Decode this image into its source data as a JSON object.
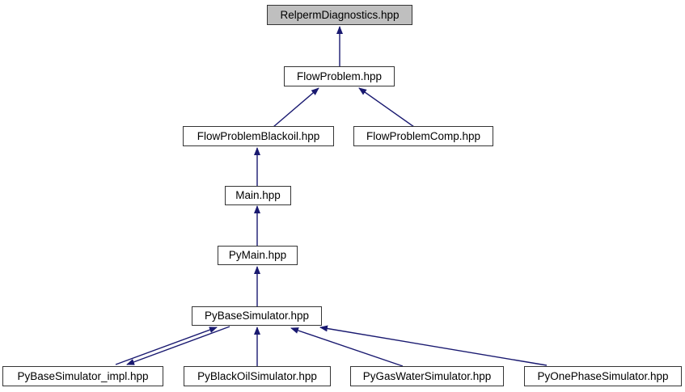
{
  "diagram": {
    "kind": "doxygen-included-by-graph",
    "colors": {
      "arrow": "#191970",
      "highlight_fill": "#bfbfbf",
      "node_fill": "#ffffff",
      "border": "#353535",
      "background": "#ffffff"
    },
    "nodes": [
      {
        "id": "relperm-diagnostics",
        "label": "RelpermDiagnostics.hpp",
        "highlighted": true
      },
      {
        "id": "flow-problem",
        "label": "FlowProblem.hpp",
        "highlighted": false
      },
      {
        "id": "flow-problem-blackoil",
        "label": "FlowProblemBlackoil.hpp",
        "highlighted": false
      },
      {
        "id": "flow-problem-comp",
        "label": "FlowProblemComp.hpp",
        "highlighted": false
      },
      {
        "id": "main",
        "label": "Main.hpp",
        "highlighted": false
      },
      {
        "id": "py-main",
        "label": "PyMain.hpp",
        "highlighted": false
      },
      {
        "id": "py-base-simulator",
        "label": "PyBaseSimulator.hpp",
        "highlighted": false
      },
      {
        "id": "py-base-simulator-impl",
        "label": "PyBaseSimulator_impl.hpp",
        "highlighted": false
      },
      {
        "id": "py-blackoil-simulator",
        "label": "PyBlackOilSimulator.hpp",
        "highlighted": false
      },
      {
        "id": "py-gaswater-simulator",
        "label": "PyGasWaterSimulator.hpp",
        "highlighted": false
      },
      {
        "id": "py-onephase-simulator",
        "label": "PyOnePhaseSimulator.hpp",
        "highlighted": false
      }
    ],
    "edges": [
      {
        "from": "FlowProblem.hpp",
        "to": "RelpermDiagnostics.hpp"
      },
      {
        "from": "FlowProblemBlackoil.hpp",
        "to": "FlowProblem.hpp"
      },
      {
        "from": "FlowProblemComp.hpp",
        "to": "FlowProblem.hpp"
      },
      {
        "from": "Main.hpp",
        "to": "FlowProblemBlackoil.hpp"
      },
      {
        "from": "PyMain.hpp",
        "to": "Main.hpp"
      },
      {
        "from": "PyBaseSimulator.hpp",
        "to": "PyMain.hpp"
      },
      {
        "from": "PyBaseSimulator_impl.hpp",
        "to": "PyBaseSimulator.hpp"
      },
      {
        "from": "PyBaseSimulator.hpp",
        "to": "PyBaseSimulator_impl.hpp"
      },
      {
        "from": "PyBlackOilSimulator.hpp",
        "to": "PyBaseSimulator.hpp"
      },
      {
        "from": "PyGasWaterSimulator.hpp",
        "to": "PyBaseSimulator.hpp"
      },
      {
        "from": "PyOnePhaseSimulator.hpp",
        "to": "PyBaseSimulator.hpp"
      }
    ]
  }
}
